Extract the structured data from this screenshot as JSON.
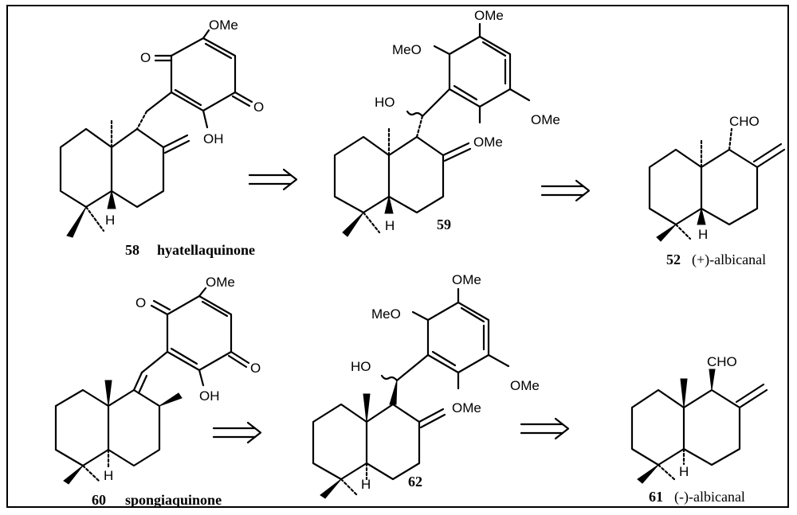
{
  "labels": {
    "ome": "OMe",
    "meo": "MeO",
    "oh": "OH",
    "ho": "HO",
    "o": "O",
    "h": "H",
    "cho": "CHO"
  },
  "compounds": {
    "c58": {
      "number": "58",
      "name": "hyatellaquinone"
    },
    "c59": {
      "number": "59"
    },
    "c52": {
      "number": "52",
      "name": "(+)-albicanal"
    },
    "c60": {
      "number": "60",
      "name": "spongiaquinone"
    },
    "c62": {
      "number": "62"
    },
    "c61": {
      "number": "61",
      "name": "(-)-albicanal"
    }
  },
  "arrow_type": "retrosynthetic-arrow"
}
